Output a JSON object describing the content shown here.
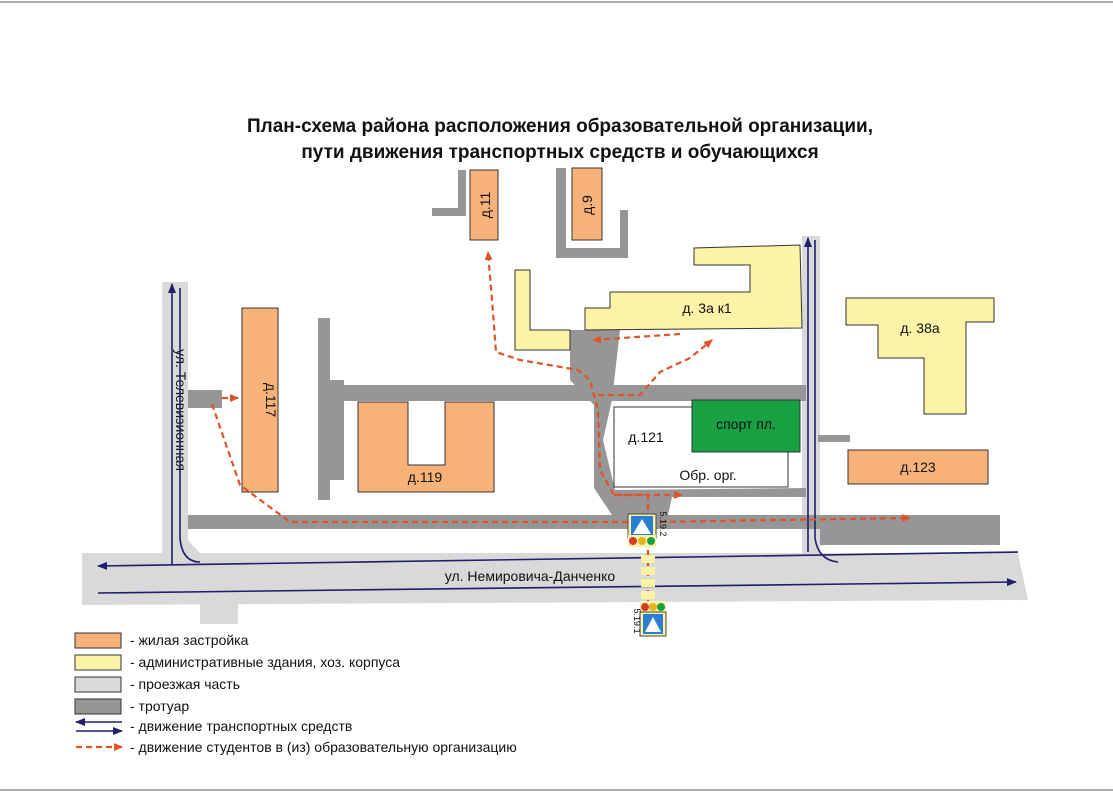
{
  "title": {
    "line1": "План-схема района расположения образовательной организации,",
    "line2": "пути движения транспортных средств и обучающихся"
  },
  "streets": {
    "main": "ул. Немировича-Данченко",
    "side": "ул. Телевизионная"
  },
  "buildings": {
    "d11": "д.11",
    "d9": "д.9",
    "d3a": "д. 3а к1",
    "d38a": "д. 38а",
    "d117": "д.117",
    "d119": "д.119",
    "d121": "д.121",
    "sport": "спорт пл.",
    "school": "Обр. орг.",
    "d123": "д.123"
  },
  "signs": {
    "upper_code": "5.19.2",
    "lower_code": "5.19.1"
  },
  "legend": [
    {
      "label": "- жилая застройка",
      "swatch": "residential"
    },
    {
      "label": "- административные здания, хоз. корпуса",
      "swatch": "admin"
    },
    {
      "label": "- проезжая часть",
      "swatch": "road"
    },
    {
      "label": "- тротуар",
      "swatch": "sidewalk"
    },
    {
      "label": "- движение транспортных средств",
      "swatch": "vehicle"
    },
    {
      "label": "- движение студентов в (из) образовательную организацию",
      "swatch": "student"
    }
  ],
  "colors": {
    "residential": "#f7b27a",
    "admin": "#fcf3a6",
    "road": "#d9d9d9",
    "sidewalk": "#969696",
    "sport": "#18a043",
    "vehicle": "#1f1f6b",
    "student": "#e0522a"
  }
}
